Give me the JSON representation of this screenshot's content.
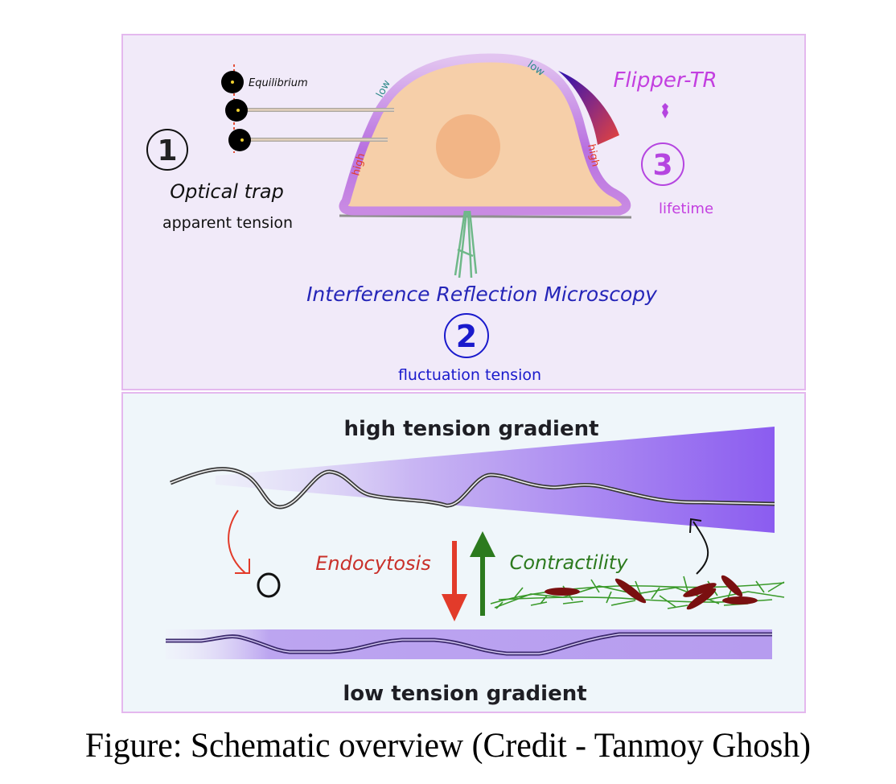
{
  "top_panel": {
    "method1": {
      "number": "1",
      "title": "Optical trap",
      "subtitle": "apparent tension",
      "bead_label": "Equilibrium"
    },
    "method2": {
      "number": "2",
      "title": "Interference Reflection Microscopy",
      "subtitle": "fluctuation tension"
    },
    "method3": {
      "number": "3",
      "title": "Flipper-TR",
      "subtitle": "lifetime"
    },
    "cell_labels": {
      "left_low": "low",
      "left_high": "high",
      "right_low": "low",
      "right_high": "high"
    }
  },
  "bottom_panel": {
    "top_title": "high tension gradient",
    "bottom_title": "low tension gradient",
    "endocytosis_label": "Endocytosis",
    "contractility_label": "Contractility"
  },
  "colors": {
    "top_panel_bg": "#f1eaf9",
    "bottom_panel_bg": "#eff6fa",
    "panel_border": "#e4b8ee",
    "cell_body": "#f6cfa9",
    "nucleus": "#f2b586",
    "membrane": "#c98be3",
    "teal": "#2f8a8a",
    "red": "#e23b2a",
    "magenta": "#c33fe0",
    "blue": "#1a1acc",
    "green": "#2c7a1e",
    "myosin": "#7a1010",
    "gradient_purple": "#8b5cf0"
  },
  "caption": "Figure: Schematic overview (Credit - Tanmoy Ghosh)"
}
